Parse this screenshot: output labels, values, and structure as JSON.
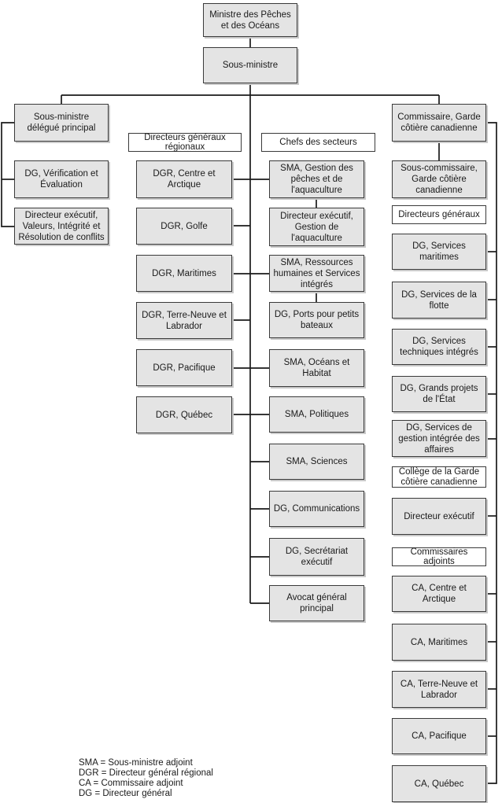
{
  "legend": [
    "SMA = Sous-ministre adjoint",
    "DGR = Directeur général régional",
    "CA = Commissaire adjoint",
    "DG = Directeur général"
  ],
  "colors": {
    "node_fill": "#e4e4e4",
    "node_border": "#3a3a3a",
    "header_fill": "#ffffff",
    "line": "#1a1a1a",
    "background": "#ffffff"
  },
  "nodes": [
    {
      "id": "ministre",
      "label": "Ministre des Pêches et des Océans",
      "style": "box"
    },
    {
      "id": "sous_ministre",
      "label": "Sous-ministre",
      "style": "box"
    },
    {
      "id": "smdp",
      "label": "Sous-ministre délégué principal",
      "style": "box"
    },
    {
      "id": "dg_verif",
      "label": "DG, Vérification et Évaluation",
      "style": "box"
    },
    {
      "id": "de_valeurs",
      "label": "Directeur exécutif, Valeurs, Intégrité et Résolution de conflits",
      "style": "box"
    },
    {
      "id": "h_dgr",
      "label": "Directeurs généraux régionaux",
      "style": "header"
    },
    {
      "id": "dgr_centre",
      "label": "DGR, Centre et Arctique",
      "style": "box"
    },
    {
      "id": "dgr_golfe",
      "label": "DGR, Golfe",
      "style": "box"
    },
    {
      "id": "dgr_maritimes",
      "label": "DGR, Maritimes",
      "style": "box"
    },
    {
      "id": "dgr_tn",
      "label": "DGR, Terre-Neuve et Labrador",
      "style": "box"
    },
    {
      "id": "dgr_pacifique",
      "label": "DGR, Pacifique",
      "style": "box"
    },
    {
      "id": "dgr_quebec",
      "label": "DGR, Québec",
      "style": "box"
    },
    {
      "id": "h_secteurs",
      "label": "Chefs des secteurs",
      "style": "header"
    },
    {
      "id": "sma_gestion",
      "label": "SMA, Gestion des pêches et de l'aquaculture",
      "style": "box"
    },
    {
      "id": "de_aqua",
      "label": "Directeur exécutif, Gestion de l'aquaculture",
      "style": "box"
    },
    {
      "id": "sma_rh",
      "label": "SMA, Ressources humaines et Services intégrés",
      "style": "box"
    },
    {
      "id": "dg_ports",
      "label": "DG, Ports pour petits bateaux",
      "style": "box"
    },
    {
      "id": "sma_oceans",
      "label": "SMA, Océans et Habitat",
      "style": "box"
    },
    {
      "id": "sma_politiques",
      "label": "SMA, Politiques",
      "style": "box"
    },
    {
      "id": "sma_sciences",
      "label": "SMA, Sciences",
      "style": "box"
    },
    {
      "id": "dg_comm",
      "label": "DG, Communications",
      "style": "box"
    },
    {
      "id": "dg_secretariat",
      "label": "DG, Secrétariat exécutif",
      "style": "box"
    },
    {
      "id": "avocat",
      "label": "Avocat général principal",
      "style": "box"
    },
    {
      "id": "commissaire",
      "label": "Commissaire, Garde côtière canadienne",
      "style": "box"
    },
    {
      "id": "sous_comm",
      "label": "Sous-commissaire, Garde côtière canadienne",
      "style": "box"
    },
    {
      "id": "h_dg",
      "label": "Directeurs généraux",
      "style": "header"
    },
    {
      "id": "dg_maritimes",
      "label": "DG, Services maritimes",
      "style": "box"
    },
    {
      "id": "dg_flotte",
      "label": "DG, Services de la flotte",
      "style": "box"
    },
    {
      "id": "dg_tech",
      "label": "DG, Services techniques intégrés",
      "style": "box"
    },
    {
      "id": "dg_grands",
      "label": "DG, Grands projets de l'État",
      "style": "box"
    },
    {
      "id": "dg_gestion",
      "label": "DG, Services de gestion intégrée des affaires",
      "style": "box"
    },
    {
      "id": "h_college",
      "label": "Collège de la Garde côtière canadienne",
      "style": "header"
    },
    {
      "id": "de_exec",
      "label": "Directeur exécutif",
      "style": "box"
    },
    {
      "id": "h_ca",
      "label": "Commissaires adjoints",
      "style": "header"
    },
    {
      "id": "ca_centre",
      "label": "CA, Centre et Arctique",
      "style": "box"
    },
    {
      "id": "ca_maritimes",
      "label": "CA, Maritimes",
      "style": "box"
    },
    {
      "id": "ca_tn",
      "label": "CA, Terre-Neuve et Labrador",
      "style": "box"
    },
    {
      "id": "ca_pacifique",
      "label": "CA, Pacifique",
      "style": "box"
    },
    {
      "id": "ca_quebec",
      "label": "CA, Québec",
      "style": "box"
    }
  ],
  "edges": [
    [
      "ministre",
      "sous_ministre"
    ],
    [
      "sous_ministre",
      "smdp"
    ],
    [
      "smdp",
      "dg_verif"
    ],
    [
      "smdp",
      "de_valeurs"
    ],
    [
      "sous_ministre",
      "dgr_centre"
    ],
    [
      "sous_ministre",
      "dgr_golfe"
    ],
    [
      "sous_ministre",
      "dgr_maritimes"
    ],
    [
      "sous_ministre",
      "dgr_tn"
    ],
    [
      "sous_ministre",
      "dgr_pacifique"
    ],
    [
      "sous_ministre",
      "dgr_quebec"
    ],
    [
      "sous_ministre",
      "sma_gestion"
    ],
    [
      "sma_gestion",
      "de_aqua"
    ],
    [
      "sous_ministre",
      "sma_rh"
    ],
    [
      "sma_rh",
      "dg_ports"
    ],
    [
      "sous_ministre",
      "sma_oceans"
    ],
    [
      "sous_ministre",
      "sma_politiques"
    ],
    [
      "sous_ministre",
      "sma_sciences"
    ],
    [
      "sous_ministre",
      "dg_comm"
    ],
    [
      "sous_ministre",
      "dg_secretariat"
    ],
    [
      "sous_ministre",
      "avocat"
    ],
    [
      "sous_ministre",
      "commissaire"
    ],
    [
      "commissaire",
      "sous_comm"
    ],
    [
      "commissaire",
      "dg_maritimes"
    ],
    [
      "commissaire",
      "dg_flotte"
    ],
    [
      "commissaire",
      "dg_tech"
    ],
    [
      "commissaire",
      "dg_grands"
    ],
    [
      "commissaire",
      "dg_gestion"
    ],
    [
      "commissaire",
      "de_exec"
    ],
    [
      "commissaire",
      "ca_centre"
    ],
    [
      "commissaire",
      "ca_maritimes"
    ],
    [
      "commissaire",
      "ca_tn"
    ],
    [
      "commissaire",
      "ca_pacifique"
    ],
    [
      "commissaire",
      "ca_quebec"
    ]
  ]
}
